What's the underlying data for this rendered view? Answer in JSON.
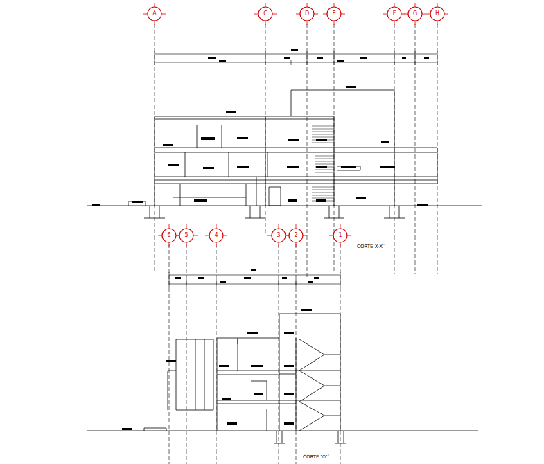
{
  "diagram": {
    "nodes": [
      {
        "text": [
          "A"
        ]
      },
      {
        "text": [
          "C"
        ]
      },
      {
        "text": [
          "D"
        ]
      },
      {
        "text": [
          "E"
        ]
      },
      {
        "text": [
          "F"
        ]
      },
      {
        "text": [
          "G"
        ]
      },
      {
        "text": [
          "H"
        ]
      },
      {
        "text": [
          "6"
        ]
      },
      {
        "text": [
          "5"
        ]
      },
      {
        "text": [
          "4"
        ]
      },
      {
        "text": [
          "3"
        ]
      },
      {
        "text": [
          "2"
        ]
      },
      {
        "text": [
          "1"
        ]
      }
    ],
    "labels": [
      "CORTE X-X´",
      "CORTE Y-Y´"
    ]
  }
}
